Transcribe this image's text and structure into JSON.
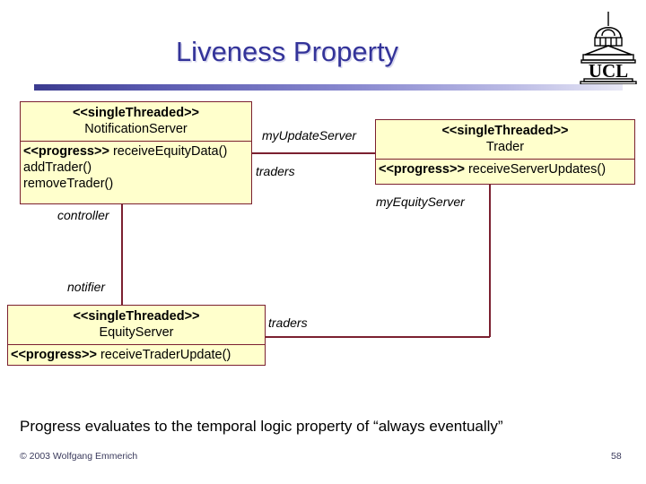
{
  "slide": {
    "title": "Liveness Property",
    "page_number": "58",
    "copyright": "© 2003 Wolfgang Emmerich",
    "caption": "Progress evaluates to the temporal logic property of “always eventually”",
    "logo_text": "UCL"
  },
  "colors": {
    "title": "#333399",
    "box_fill": "#FFFFCC",
    "box_border": "#7B2030",
    "connector": "#7B2030",
    "footer_text": "#3A3A5C"
  },
  "diagram": {
    "classes": [
      {
        "id": "notification-server",
        "stereotype": "<<singleThreaded>>",
        "name": "NotificationServer",
        "operations": [
          {
            "stereotype": "<<progress>>",
            "signature": "receiveEquityData()"
          },
          {
            "stereotype": "",
            "signature": "addTrader()"
          },
          {
            "stereotype": "",
            "signature": "removeTrader()"
          }
        ]
      },
      {
        "id": "trader",
        "stereotype": "<<singleThreaded>>",
        "name": "Trader",
        "operations": [
          {
            "stereotype": "<<progress>>",
            "signature": "receiveServerUpdates()"
          }
        ]
      },
      {
        "id": "equity-server",
        "stereotype": "<<singleThreaded>>",
        "name": "EquityServer",
        "operations": [
          {
            "stereotype": "<<progress>>",
            "signature": "receiveTraderUpdate()"
          }
        ]
      }
    ],
    "association_roles": [
      {
        "id": "my-update-server",
        "label": "myUpdateServer"
      },
      {
        "id": "traders-top",
        "label": "traders"
      },
      {
        "id": "my-equity-server",
        "label": "myEquityServer"
      },
      {
        "id": "controller",
        "label": "controller"
      },
      {
        "id": "notifier",
        "label": "notifier"
      },
      {
        "id": "traders-bottom",
        "label": "traders"
      }
    ]
  }
}
